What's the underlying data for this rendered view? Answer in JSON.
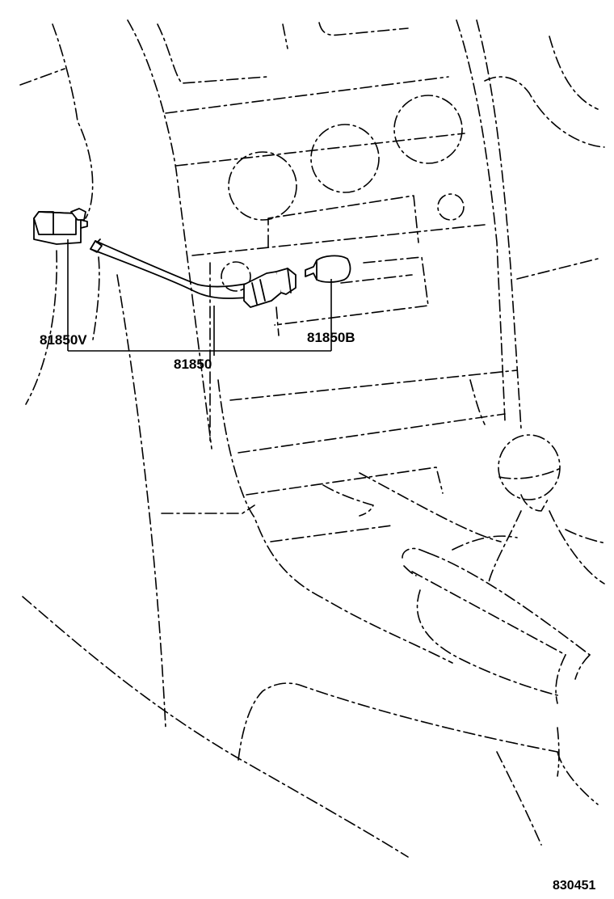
{
  "diagram": {
    "parts": [
      {
        "id": "socket",
        "label": "81850V"
      },
      {
        "id": "wire-assembly",
        "label": "81850"
      },
      {
        "id": "bulb",
        "label": "81850B"
      }
    ],
    "figure_number": "830451"
  }
}
